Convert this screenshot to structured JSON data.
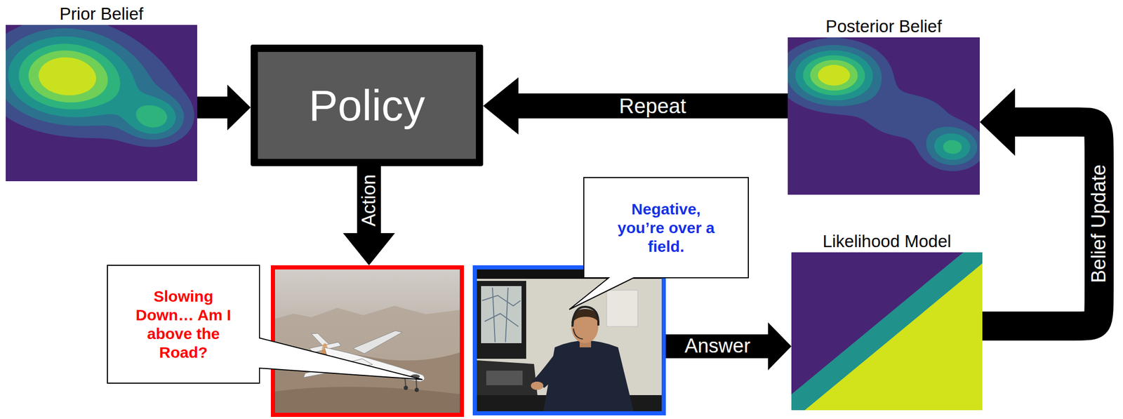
{
  "diagram": {
    "nodes": [
      {
        "text": [
          "Prior Belief"
        ]
      },
      {
        "text": [
          "Policy"
        ]
      },
      {
        "text": [
          "Posterior Belief"
        ]
      },
      {
        "text": [
          "Slowing Down… Am I above the Road?"
        ]
      },
      {
        "text": [
          "Negative, you’re over a field."
        ]
      },
      {
        "text": [
          "Likelihood Model"
        ]
      }
    ],
    "edges": [
      {
        "from": 0,
        "to": 1,
        "arrow": "to"
      },
      {
        "from": 2,
        "to": 1,
        "label": "Repeat",
        "arrow": "to"
      },
      {
        "from": 1,
        "to": 3,
        "label": "Action",
        "arrow": "to"
      },
      {
        "from": 4,
        "to": 5,
        "label": "Answer",
        "arrow": "to"
      },
      {
        "from": 5,
        "to": 2,
        "label": "Belief Update",
        "arrow": "to"
      }
    ]
  }
}
